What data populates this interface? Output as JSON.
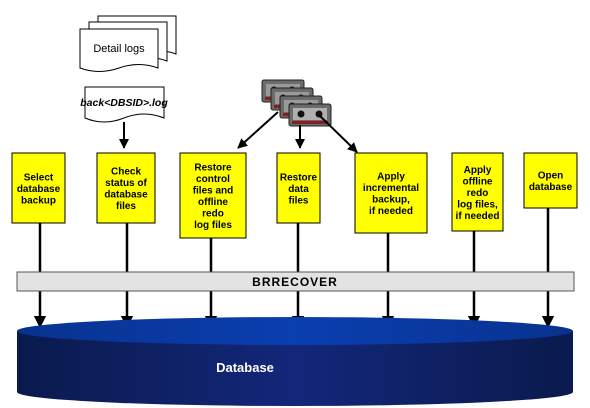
{
  "logs": {
    "detail_logs_label": "Detail logs",
    "back_log_label": "back<DBSID>.log"
  },
  "steps": [
    {
      "lines": [
        "Select",
        "database",
        "backup"
      ]
    },
    {
      "lines": [
        "Check",
        "status of",
        "database",
        "files"
      ]
    },
    {
      "lines": [
        "Restore",
        "control",
        "files and",
        "offline",
        "redo",
        "log files"
      ]
    },
    {
      "lines": [
        "Restore",
        "data",
        "files"
      ]
    },
    {
      "lines": [
        "Apply",
        "incremental",
        "backup,",
        "if needed"
      ]
    },
    {
      "lines": [
        "Apply",
        "offline",
        "redo",
        "log files,",
        "if needed"
      ]
    },
    {
      "lines": [
        "Open",
        "database"
      ]
    }
  ],
  "tool_bar": {
    "label": "BRRECOVER"
  },
  "database": {
    "label": "Database"
  },
  "icons": {
    "tapes": "tape-cartridges-icon"
  },
  "colors": {
    "step_box": "#ffff00",
    "tool_bar": "#e3e3e3",
    "database_top": "#0a3da8",
    "database_body": "#0f1f5c"
  }
}
